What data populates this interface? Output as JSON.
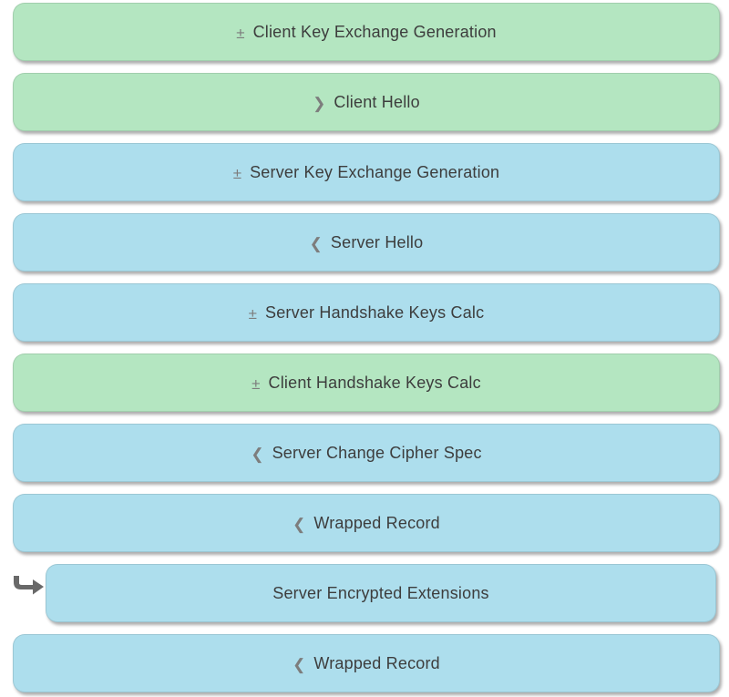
{
  "page": {
    "background": "#ffffff",
    "description": "TLS session record list"
  },
  "colors": {
    "client_fill": "#b4e6c1",
    "server_fill": "#addeed",
    "label_text": "#3d3d3d",
    "glyph": "#7d7d7d",
    "pointer_arrow": "#696969"
  },
  "icons": {
    "expand_toggle_glyph": "±",
    "sent_by_client_glyph": "❯",
    "sent_by_server_glyph": "❮",
    "pointer": "curved-right-arrow"
  },
  "records": [
    {
      "glyph": "±",
      "label": "Client Key Exchange Generation",
      "side": "client",
      "indent": false,
      "pointer": false
    },
    {
      "glyph": "❯",
      "label": "Client Hello",
      "side": "client",
      "indent": false,
      "pointer": false
    },
    {
      "glyph": "±",
      "label": "Server Key Exchange Generation",
      "side": "server",
      "indent": false,
      "pointer": false
    },
    {
      "glyph": "❮",
      "label": "Server Hello",
      "side": "server",
      "indent": false,
      "pointer": false
    },
    {
      "glyph": "±",
      "label": "Server Handshake Keys Calc",
      "side": "server",
      "indent": false,
      "pointer": false
    },
    {
      "glyph": "±",
      "label": "Client Handshake Keys Calc",
      "side": "client",
      "indent": false,
      "pointer": false
    },
    {
      "glyph": "❮",
      "label": "Server Change Cipher Spec",
      "side": "server",
      "indent": false,
      "pointer": false
    },
    {
      "glyph": "❮",
      "label": "Wrapped Record",
      "side": "server",
      "indent": false,
      "pointer": false
    },
    {
      "glyph": "",
      "label": "Server Encrypted Extensions",
      "side": "server",
      "indent": true,
      "pointer": true
    },
    {
      "glyph": "❮",
      "label": "Wrapped Record",
      "side": "server",
      "indent": false,
      "pointer": false
    }
  ]
}
